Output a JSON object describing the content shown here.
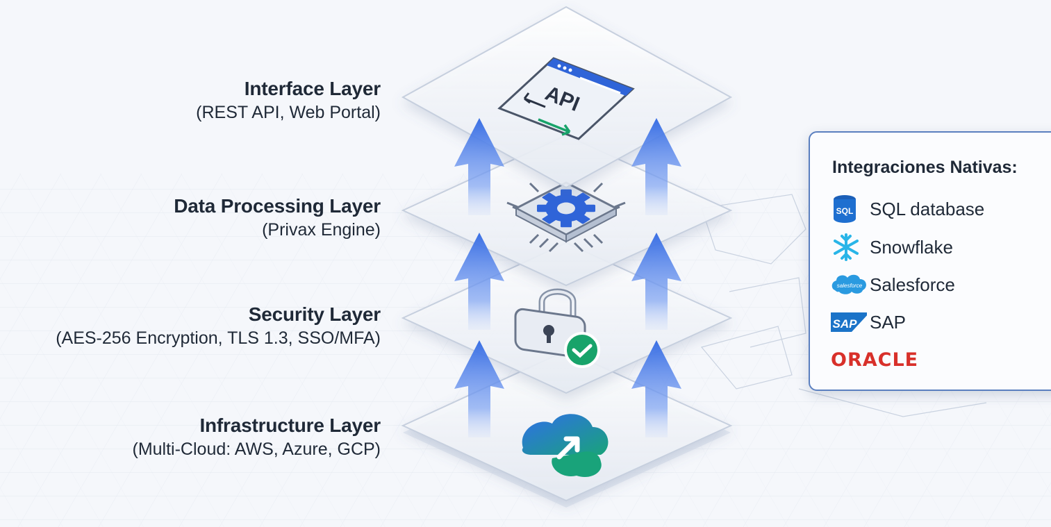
{
  "layers": [
    {
      "title": "Interface Layer",
      "subtitle": "(REST API, Web Portal)",
      "icon": "api-window-icon"
    },
    {
      "title": "Data Processing Layer",
      "subtitle": "(Privax Engine)",
      "icon": "chip-gear-icon"
    },
    {
      "title": "Security Layer",
      "subtitle": "(AES-256 Encryption, TLS 1.3, SSO/MFA)",
      "icon": "padlock-check-icon"
    },
    {
      "title": "Infrastructure Layer",
      "subtitle": "(Multi-Cloud: AWS, Azure, GCP)",
      "icon": "cloud-upload-icon"
    }
  ],
  "api_badge": "API",
  "integrations": {
    "title": "Integraciones Nativas:",
    "items": [
      {
        "label": "SQL database",
        "icon": "sql-database-icon",
        "badge": "SQL"
      },
      {
        "label": "Snowflake",
        "icon": "snowflake-icon"
      },
      {
        "label": "Salesforce",
        "icon": "salesforce-icon",
        "badge": "salesforce"
      },
      {
        "label": "SAP",
        "icon": "sap-icon",
        "badge": "SAP"
      },
      {
        "label": "ORACLE",
        "icon": "oracle-logo"
      }
    ]
  },
  "colors": {
    "arrow": "#3b6fe0",
    "text": "#1f2937",
    "panel_border": "#5a7fbf",
    "accent_green": "#18a36a",
    "oracle_red": "#d8302a",
    "sql_blue": "#1e6fd0",
    "snowflake_cyan": "#29b5e8",
    "salesforce_blue": "#2a9ae0",
    "sap_blue": "#1a73c8"
  }
}
